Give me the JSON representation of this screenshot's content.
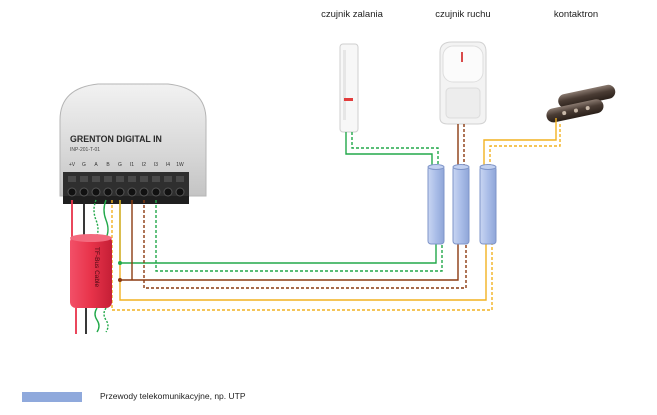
{
  "device": {
    "name": "GRENTON DIGITAL IN",
    "model": "INP-201-T-01",
    "terminals": [
      "+V",
      "G",
      "A",
      "B",
      "G",
      "I1",
      "I2",
      "I3",
      "I4",
      "1W"
    ]
  },
  "sensors": {
    "flood": "czujnik zalania",
    "motion": "czujnik ruchu",
    "reed": "kontaktron"
  },
  "cable_label": "TF-Bus Cable",
  "legend": {
    "text": "Przewody telekomunikacyjne, np. UTP",
    "color": "#8fa9dc"
  },
  "colors": {
    "green": "#22a94a",
    "brown": "#8b3a10",
    "orange": "#f2b221",
    "red": "#e8334a",
    "conduit": "#aabde8"
  }
}
